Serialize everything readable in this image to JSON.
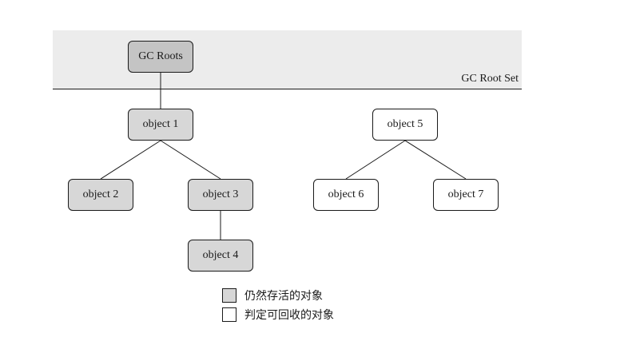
{
  "root_set": {
    "label": "GC Root Set"
  },
  "nodes": {
    "gc_roots": "GC Roots",
    "object_1": "object 1",
    "object_2": "object 2",
    "object_3": "object 3",
    "object_4": "object 4",
    "object_5": "object 5",
    "object_6": "object 6",
    "object_7": "object 7"
  },
  "edges": [
    [
      "gc_roots",
      "object_1"
    ],
    [
      "object_1",
      "object_2"
    ],
    [
      "object_1",
      "object_3"
    ],
    [
      "object_3",
      "object_4"
    ],
    [
      "object_5",
      "object_6"
    ],
    [
      "object_5",
      "object_7"
    ]
  ],
  "legend": {
    "alive": "仍然存活的对象",
    "collectable": "判定可回收的对象"
  },
  "colors": {
    "alive_fill": "#d7d7d7",
    "root_fill": "#c4c4c4",
    "collectable_fill": "#ffffff",
    "band_fill": "#ececec",
    "stroke": "#1a1a1a"
  }
}
